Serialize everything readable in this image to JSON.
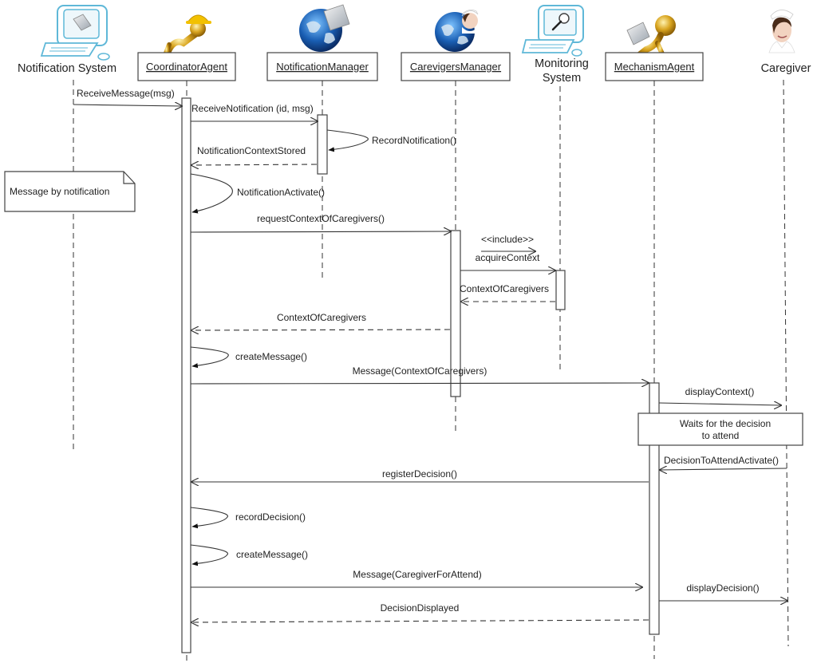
{
  "diagram": {
    "type": "uml-sequence",
    "participants": [
      {
        "id": "ns",
        "label": "Notification System",
        "label_lines": [
          "Notification System"
        ],
        "boxed": false,
        "icon": "computer-envelope-icon"
      },
      {
        "id": "ca",
        "label": "CoordinatorAgent",
        "label_lines": [
          "CoordinatorAgent"
        ],
        "boxed": true,
        "icon": "worker-figure-icon"
      },
      {
        "id": "nm",
        "label": "NotificationManager",
        "label_lines": [
          "NotificationManager"
        ],
        "boxed": true,
        "icon": "globe-envelope-icon"
      },
      {
        "id": "cm",
        "label": "CarevigersManager",
        "label_lines": [
          "CarevigersManager"
        ],
        "boxed": true,
        "icon": "globe-nurse-icon"
      },
      {
        "id": "ms",
        "label": "Monitoring System",
        "label_lines": [
          "Monitoring",
          "System"
        ],
        "boxed": false,
        "icon": "computer-magnifier-icon"
      },
      {
        "id": "ma",
        "label": "MechanismAgent",
        "label_lines": [
          "MechanismAgent"
        ],
        "boxed": true,
        "icon": "figure-envelope-icon"
      },
      {
        "id": "cg",
        "label": "Caregiver",
        "label_lines": [
          "Caregiver"
        ],
        "boxed": false,
        "icon": "nurse-icon"
      }
    ],
    "messages": [
      {
        "from": "ns",
        "to": "ca",
        "label": "ReceiveMessage(msg)",
        "kind": "sync"
      },
      {
        "from": "ca",
        "to": "nm",
        "label": "ReceiveNotification (id, msg)",
        "kind": "sync"
      },
      {
        "from": "nm",
        "to": "nm",
        "label": "RecordNotification()",
        "kind": "self"
      },
      {
        "from": "nm",
        "to": "ca",
        "label": "NotificationContextStored",
        "kind": "return"
      },
      {
        "from": "ca",
        "to": "ca",
        "label": "NotificationActivate()",
        "kind": "self"
      },
      {
        "from": "ca",
        "to": "cm",
        "label": "requestContextOfCaregivers()",
        "kind": "sync"
      },
      {
        "from": "cm",
        "to": "ms",
        "label": "acquireContext",
        "stereotype": "<<include>>",
        "kind": "sync"
      },
      {
        "from": "ms",
        "to": "cm",
        "label": "ContextOfCaregivers",
        "kind": "return"
      },
      {
        "from": "cm",
        "to": "ca",
        "label": "ContextOfCaregivers",
        "kind": "return"
      },
      {
        "from": "ca",
        "to": "ca",
        "label": "createMessage()",
        "kind": "self"
      },
      {
        "from": "ca",
        "to": "ma",
        "label": "Message(ContextOfCaregivers)",
        "kind": "sync"
      },
      {
        "from": "ma",
        "to": "cg",
        "label": "displayContext()",
        "kind": "sync"
      },
      {
        "from": "cg",
        "to": "ma",
        "label": "DecisionToAttendActivate()",
        "kind": "sync"
      },
      {
        "from": "ma",
        "to": "ca",
        "label": "registerDecision()",
        "kind": "sync"
      },
      {
        "from": "ca",
        "to": "ca",
        "label": "recordDecision()",
        "kind": "self"
      },
      {
        "from": "ca",
        "to": "ca",
        "label": "createMessage()",
        "kind": "self"
      },
      {
        "from": "ca",
        "to": "ma",
        "label": "Message(CaregiverForAttend)",
        "kind": "sync"
      },
      {
        "from": "ma",
        "to": "cg",
        "label": "displayDecision()",
        "kind": "sync"
      },
      {
        "from": "ma",
        "to": "ca",
        "label": "DecisionDisplayed",
        "kind": "return"
      }
    ],
    "notes": [
      {
        "text": "Message by notification",
        "attached_to": "ns"
      },
      {
        "text_lines": [
          "Waits for the decision",
          "to attend"
        ],
        "attached_to": "cg"
      }
    ]
  }
}
